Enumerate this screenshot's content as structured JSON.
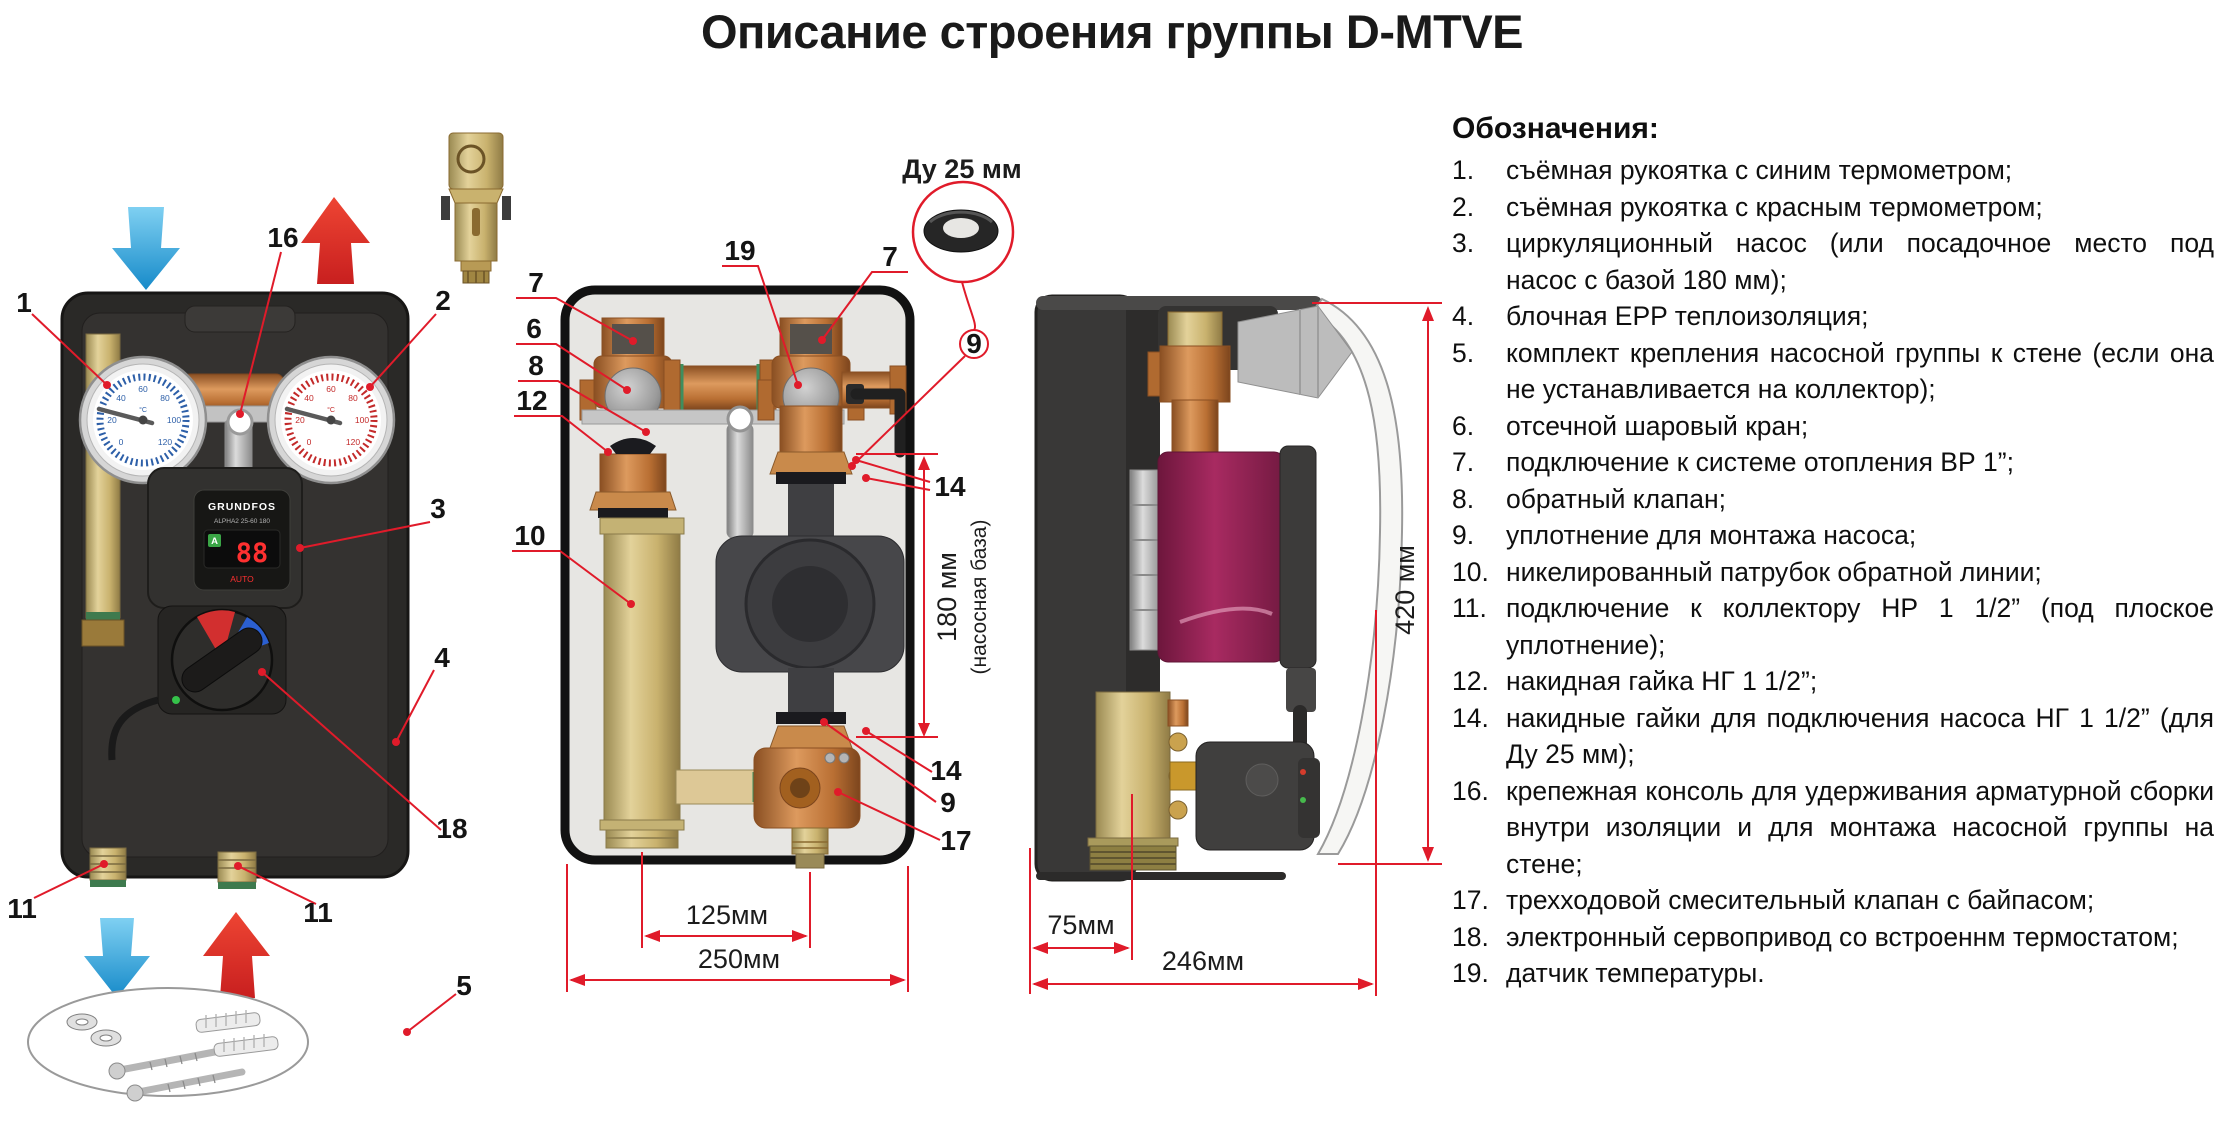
{
  "title": "Описание строения группы D-MTVE",
  "legend": {
    "heading": "Обозначения:",
    "items": [
      {
        "n": "1.",
        "text": "съёмная рукоятка с синим термометром;"
      },
      {
        "n": "2.",
        "text": "съёмная рукоятка с красным термометром;"
      },
      {
        "n": "3.",
        "text": "циркуляционный насос (или посадочное место под насос с базой 180 мм);"
      },
      {
        "n": "4.",
        "text": "блочная EPP теплоизоляция;"
      },
      {
        "n": "5.",
        "text": "комплект крепления насосной группы к стене (если она не устанавливается на коллектор);"
      },
      {
        "n": "6.",
        "text": "отсечной шаровый кран;"
      },
      {
        "n": "7.",
        "text": "подключение к системе отопления ВР 1”;"
      },
      {
        "n": "8.",
        "text": "обратный клапан;"
      },
      {
        "n": "9.",
        "text": "уплотнение для монтажа насоса;"
      },
      {
        "n": "10.",
        "text": "никелированный патрубок обратной линии;"
      },
      {
        "n": "11.",
        "text": "подключение к коллектору НР 1 1/2” (под плоское уплотнение);"
      },
      {
        "n": "12.",
        "text": "накидная гайка НГ 1 1/2”;"
      },
      {
        "n": "14.",
        "text": "накидные гайки для подключения насоса НГ 1 1/2” (для Ду 25 мм);"
      },
      {
        "n": "16.",
        "text": "крепежная консоль для удерживания арматурной сборки внутри изоляции и для монтажа насосной группы на стене;"
      },
      {
        "n": "17.",
        "text": "трехходовой смесительный клапан с байпасом;"
      },
      {
        "n": "18.",
        "text": "электронный сервопривод со встроеннм термостатом;"
      },
      {
        "n": "19.",
        "text": "датчик температуры."
      }
    ]
  },
  "callouts": {
    "1": "1",
    "2": "2",
    "3": "3",
    "4": "4",
    "5": "5",
    "6": "6",
    "7": "7",
    "8": "8",
    "9": "9",
    "10": "10",
    "11": "11",
    "12": "12",
    "14": "14",
    "16": "16",
    "17": "17",
    "18": "18",
    "19": "19"
  },
  "dims": {
    "d125": "125мм",
    "d250": "250мм",
    "d75": "75мм",
    "d246": "246мм",
    "d420": "420 мм",
    "d180": "180 мм",
    "d180sub": "(насосная база)",
    "du25": "Ду 25 мм"
  },
  "pump": {
    "brand": "GRUNDFOS",
    "model": "ALPHA2 25-60 180",
    "value": "88",
    "badge": "A",
    "mode": "AUTO"
  },
  "therm": [
    "0",
    "20",
    "40",
    "60",
    "80",
    "100",
    "120"
  ],
  "therm_unit": "°C",
  "colors": {
    "annotation_red": "#e01b2a",
    "arrow_blue": "#2e9fd8",
    "arrow_red": "#e03227",
    "pump_magenta": "#8e2050"
  }
}
